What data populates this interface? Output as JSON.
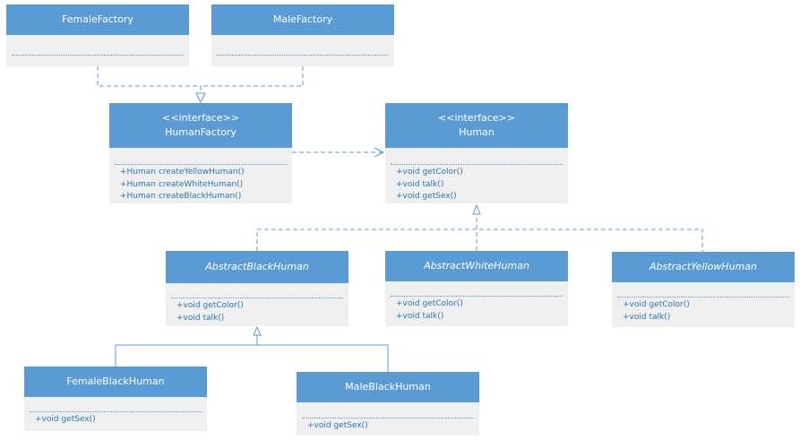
{
  "classes": {
    "female_factory": {
      "name": "FemaleFactory",
      "stereotype": "",
      "methods": []
    },
    "male_factory": {
      "name": "MaleFactory",
      "stereotype": "",
      "methods": []
    },
    "human_factory": {
      "name": "HumanFactory",
      "stereotype": "<<interface>>",
      "methods": [
        "+Human createYellowHuman()",
        "+Human createWhiteHuman()",
        "+Human createBlackHuman()"
      ]
    },
    "human": {
      "name": "Human",
      "stereotype": "<<interface>>",
      "methods": [
        "+void getColor()",
        "+void talk()",
        "+void getSex()"
      ]
    },
    "abstract_black": {
      "name": "AbstractBlackHuman",
      "stereotype": "",
      "methods": [
        "+void getColor()",
        "+void talk()"
      ]
    },
    "abstract_white": {
      "name": "AbstractWhiteHuman",
      "stereotype": "",
      "methods": [
        "+void getColor()",
        "+void talk()"
      ]
    },
    "abstract_yellow": {
      "name": "AbstractYellowHuman",
      "stereotype": "",
      "methods": [
        "+void getColor()",
        "+void talk()"
      ]
    },
    "female_black": {
      "name": "FemaleBlackHuman",
      "stereotype": "",
      "methods": [
        "+void getSex()"
      ]
    },
    "male_black": {
      "name": "MaleBlackHuman",
      "stereotype": "",
      "methods": [
        "+void getSex()"
      ]
    }
  },
  "colors": {
    "header": "#5b9bd5",
    "body": "#efefef",
    "line": "#5b9bd5",
    "method_text": "#2e75b6"
  }
}
